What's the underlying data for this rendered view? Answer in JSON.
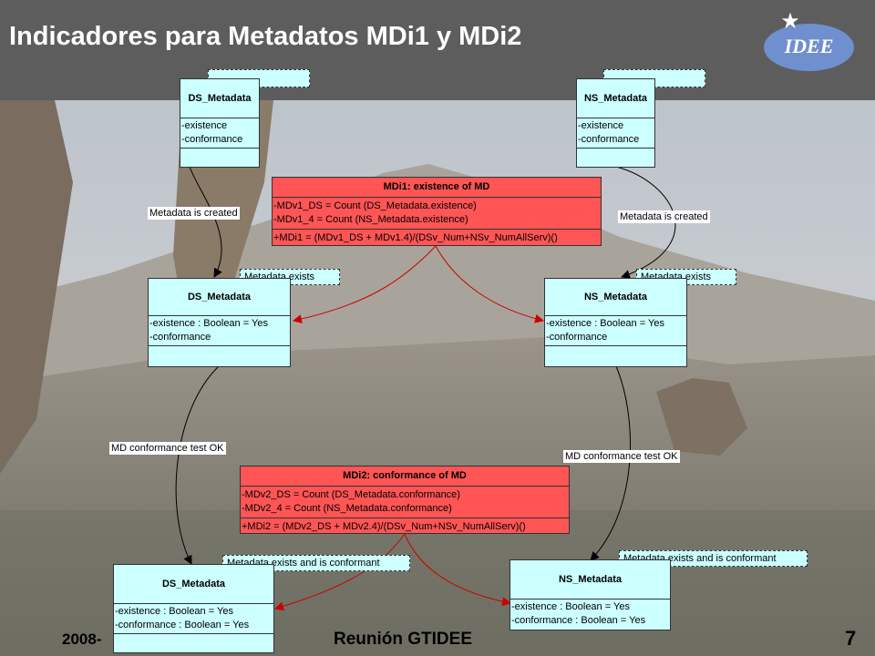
{
  "title": "Indicadores para Metadatos MDi1 y MDi2",
  "logo": {
    "text": "IDEE",
    "icon": "star-icon"
  },
  "colors": {
    "header": "#5d5d5d",
    "class_box": "#ccffff",
    "indicator_box": "#ff5555",
    "arrow_red": "#cc0000"
  },
  "top_left": {
    "name": "DS_Metadata",
    "attrs": [
      "-existence",
      "-conformance"
    ]
  },
  "top_right": {
    "name": "NS_Metadata",
    "attrs": [
      "-existence",
      "-conformance"
    ]
  },
  "mdi1": {
    "name": "MDi1: existence of MD",
    "lines": [
      "-MDv1_DS = Count (DS_Metadata.existence)",
      "-MDv1_4 = Count (NS_Metadata.existence)"
    ],
    "formula": "+MDi1 = (MDv1_DS + MDv1.4)/(DSv_Num+NSv_NumAllServ)()"
  },
  "mid_left": {
    "name": "DS_Metadata",
    "attrs": [
      "-existence : Boolean = Yes",
      "-conformance"
    ],
    "note": "Metadata exists"
  },
  "mid_right": {
    "name": "NS_Metadata",
    "attrs": [
      "-existence : Boolean = Yes",
      "-conformance"
    ],
    "note": "Metadata exists"
  },
  "mdi2": {
    "name": "MDi2: conformance of MD",
    "lines": [
      "-MDv2_DS = Count (DS_Metadata.conformance)",
      "-MDv2_4 = Count (NS_Metadata.conformance)"
    ],
    "formula": "+MDi2 = (MDv2_DS + MDv2.4)/(DSv_Num+NSv_NumAllServ)()"
  },
  "bottom_left": {
    "name": "DS_Metadata",
    "attrs": [
      "-existence : Boolean = Yes",
      "-conformance : Boolean = Yes"
    ],
    "note": "Metadata exists and is conformant"
  },
  "bottom_right": {
    "name": "NS_Metadata",
    "attrs": [
      "-existence : Boolean = Yes",
      "-conformance : Boolean = Yes"
    ],
    "note": "Metadata exists and is conformant"
  },
  "transitions": {
    "created_left": "Metadata is created",
    "created_right": "Metadata is created",
    "test_left": "MD conformance test OK",
    "test_right": "MD conformance test OK"
  },
  "footer": {
    "date": "2008-",
    "meeting": "Reunión GTIDEE",
    "page": "7"
  }
}
